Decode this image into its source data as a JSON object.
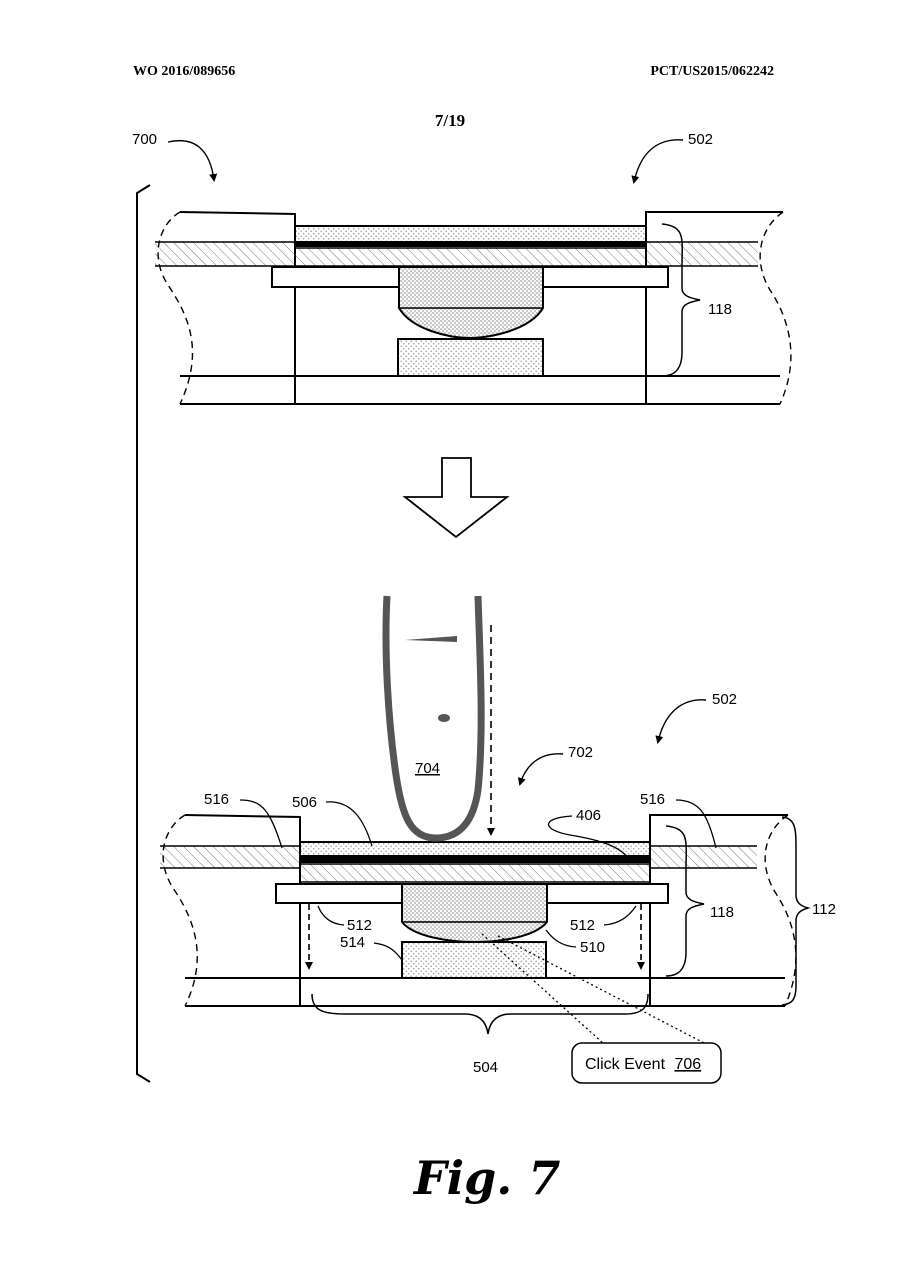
{
  "header": {
    "pub_number": "WO 2016/089656",
    "app_number": "PCT/US2015/062242",
    "sheet": "7/19"
  },
  "figure": {
    "title": "Fig. 7",
    "refs": {
      "r700": "700",
      "r502_top": "502",
      "r118_top": "118",
      "r502_bottom": "502",
      "r702": "702",
      "r704": "704",
      "r406": "406",
      "r516_left": "516",
      "r506": "506",
      "r516_right": "516",
      "r118_bottom": "118",
      "r112": "112",
      "r512_left": "512",
      "r514": "514",
      "r512_right": "512",
      "r510": "510",
      "r504": "504"
    },
    "callout": {
      "label": "Click Event",
      "number": "706"
    }
  },
  "colors": {
    "ink": "#000000",
    "hatch": "#7a7a7a",
    "stipple": "#9a9a9a",
    "paper": "#ffffff"
  }
}
